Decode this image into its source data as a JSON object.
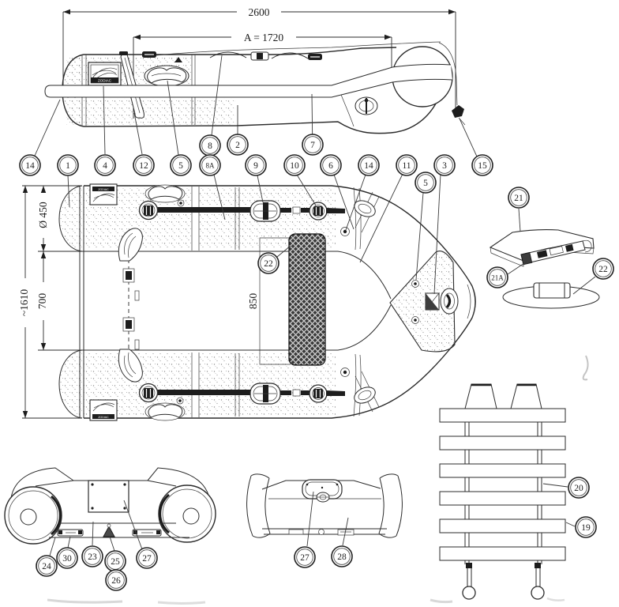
{
  "brand": "ZODIAC",
  "dimensions": {
    "overall_length": "2600",
    "dim_a": "A = 1720",
    "tube_diameter": "Ø 450",
    "overall_beam": "~1610",
    "cockpit_width": "700",
    "floor_length": "850"
  },
  "callouts": [
    {
      "label": "14"
    },
    {
      "label": "1"
    },
    {
      "label": "4"
    },
    {
      "label": "12"
    },
    {
      "label": "5"
    },
    {
      "label": "8"
    },
    {
      "label": "8A"
    },
    {
      "label": "2"
    },
    {
      "label": "9"
    },
    {
      "label": "10"
    },
    {
      "label": "6"
    },
    {
      "label": "7"
    },
    {
      "label": "14"
    },
    {
      "label": "11"
    },
    {
      "label": "3"
    },
    {
      "label": "15"
    },
    {
      "label": "5"
    },
    {
      "label": "22"
    },
    {
      "label": "21"
    },
    {
      "label": "21A"
    },
    {
      "label": "22"
    },
    {
      "label": "20"
    },
    {
      "label": "19"
    },
    {
      "label": "24"
    },
    {
      "label": "30"
    },
    {
      "label": "23"
    },
    {
      "label": "25"
    },
    {
      "label": "26"
    },
    {
      "label": "27"
    },
    {
      "label": "27"
    },
    {
      "label": "28"
    }
  ]
}
